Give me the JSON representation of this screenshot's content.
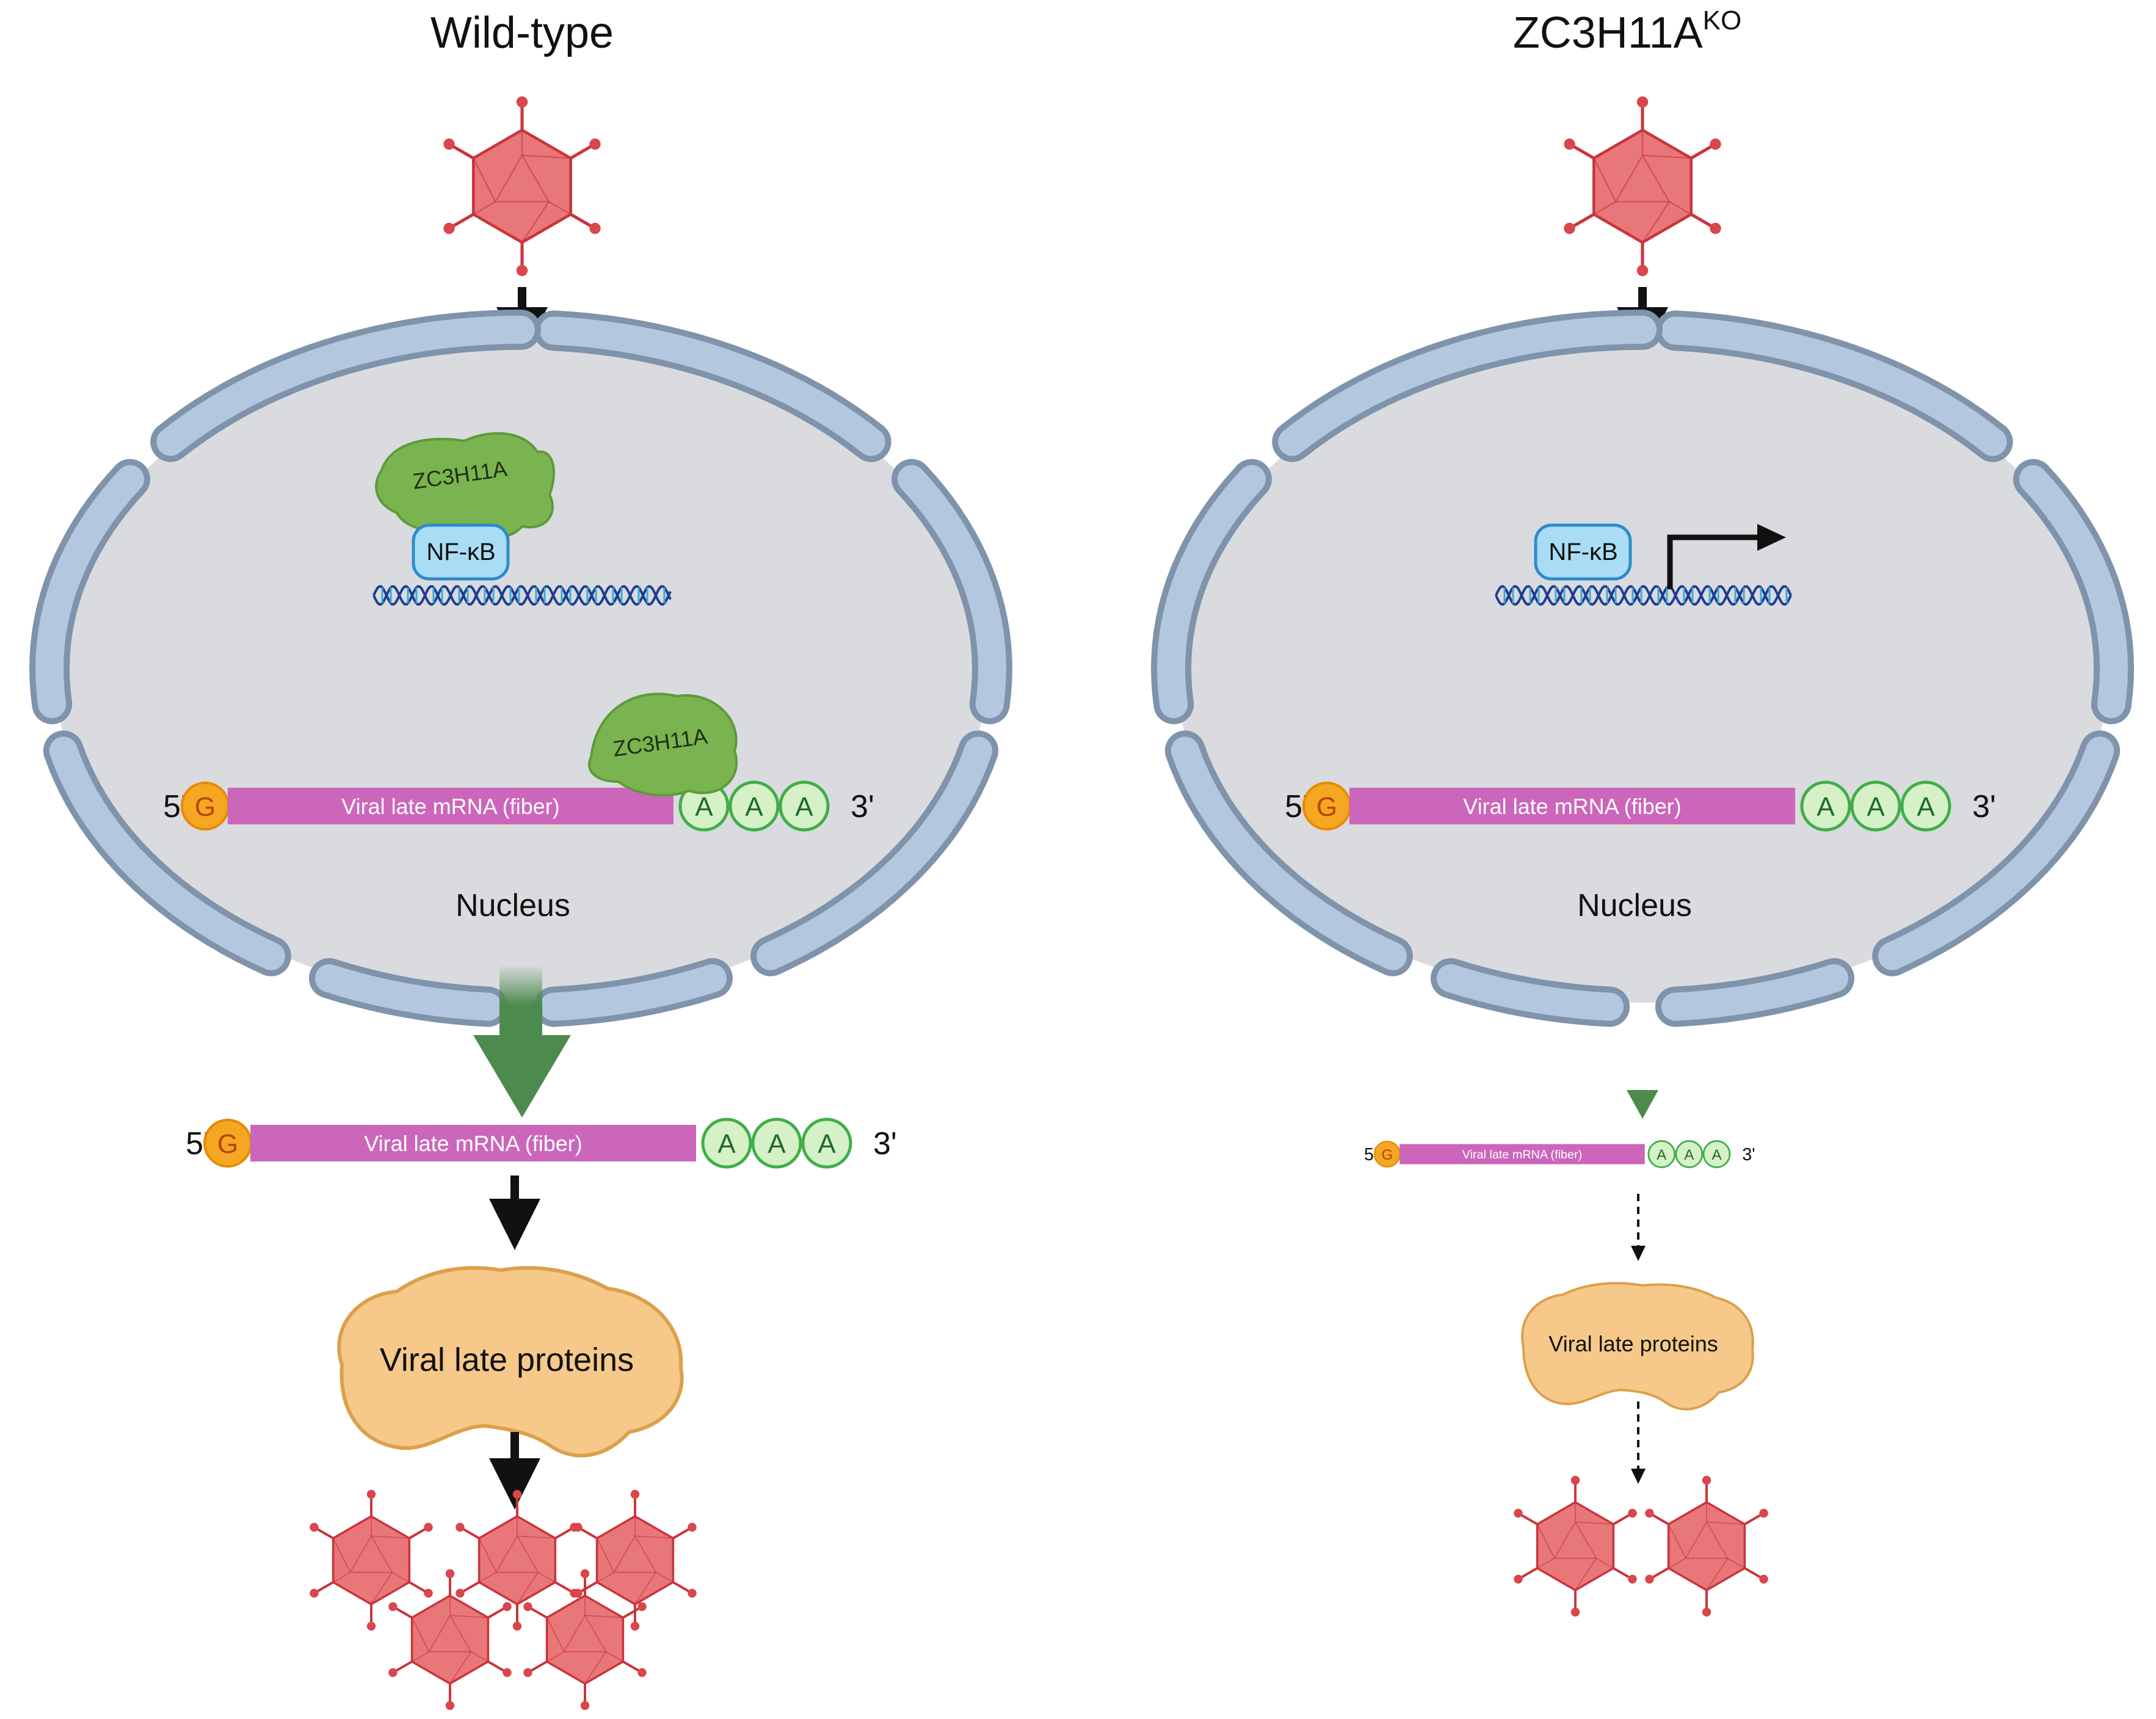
{
  "panels": [
    {
      "id": "wt",
      "title": "Wild-type",
      "title_superscript": "",
      "protein_label": "ZC3H11A",
      "nfkb_label": "NF-κB",
      "mrna_label": "Viral late mRNA (fiber)",
      "cap_label": "G",
      "polya_label": "A",
      "five_prime": "5'",
      "three_prime": "3'",
      "nucleus_label": "Nucleus",
      "proteins_label": "Viral late proteins"
    },
    {
      "id": "ko",
      "title": "ZC3H11A",
      "title_superscript": "KO",
      "nfkb_label": "NF-κB",
      "mrna_label": "Viral late mRNA (fiber)",
      "cap_label": "G",
      "polya_label": "A",
      "five_prime": "5'",
      "three_prime": "3'",
      "nucleus_label": "Nucleus",
      "proteins_label": "Viral late proteins"
    }
  ],
  "colors": {
    "virus": "#e8777a",
    "virus_edge": "#c9353b",
    "nucleus_fill": "#d9dbdf",
    "envelope_fill": "#b3c7df",
    "envelope_edge": "#7f93ab",
    "zc3h11a": "#7ab450",
    "nfkb_fill": "#a9dcf5",
    "mrna": "#cc66bb",
    "cap": "#f5a623",
    "polya_fill": "#d6f0c8",
    "polya_edge": "#3fae48",
    "green_arrow": "#4d8a4e",
    "protein_fill": "#f6c98a",
    "dna": "#1d3d8f"
  }
}
